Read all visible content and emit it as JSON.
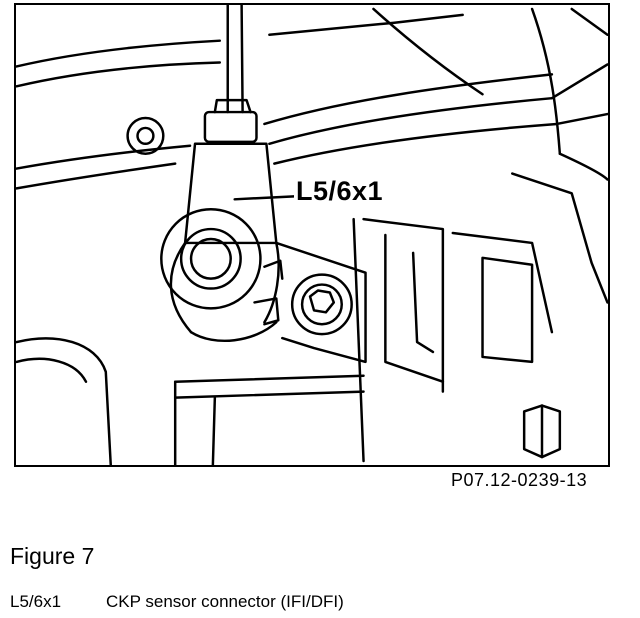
{
  "figure": {
    "callout_label": "L5/6x1",
    "reference_code": "P07.12-0239-13"
  },
  "caption": {
    "title": "Figure 7",
    "legend": [
      {
        "code": "L5/6x1",
        "description": "CKP sensor connector (IFI/DFI)"
      }
    ]
  },
  "colors": {
    "ink": "#000000",
    "paper": "#ffffff"
  }
}
